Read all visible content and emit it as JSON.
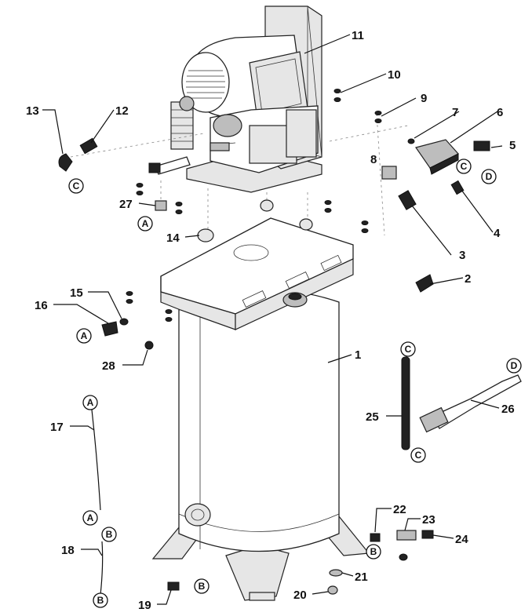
{
  "callouts": [
    {
      "num": "1"
    },
    {
      "num": "2"
    },
    {
      "num": "3"
    },
    {
      "num": "4"
    },
    {
      "num": "5"
    },
    {
      "num": "6"
    },
    {
      "num": "7"
    },
    {
      "num": "8"
    },
    {
      "num": "9"
    },
    {
      "num": "10"
    },
    {
      "num": "11"
    },
    {
      "num": "12"
    },
    {
      "num": "13"
    },
    {
      "num": "14"
    },
    {
      "num": "15"
    },
    {
      "num": "16"
    },
    {
      "num": "17"
    },
    {
      "num": "18"
    },
    {
      "num": "19"
    },
    {
      "num": "20"
    },
    {
      "num": "21"
    },
    {
      "num": "22"
    },
    {
      "num": "23"
    },
    {
      "num": "24"
    },
    {
      "num": "25"
    },
    {
      "num": "26"
    },
    {
      "num": "27"
    },
    {
      "num": "28"
    }
  ],
  "connectors": {
    "a": "A",
    "b": "B",
    "c": "C",
    "d": "D"
  }
}
